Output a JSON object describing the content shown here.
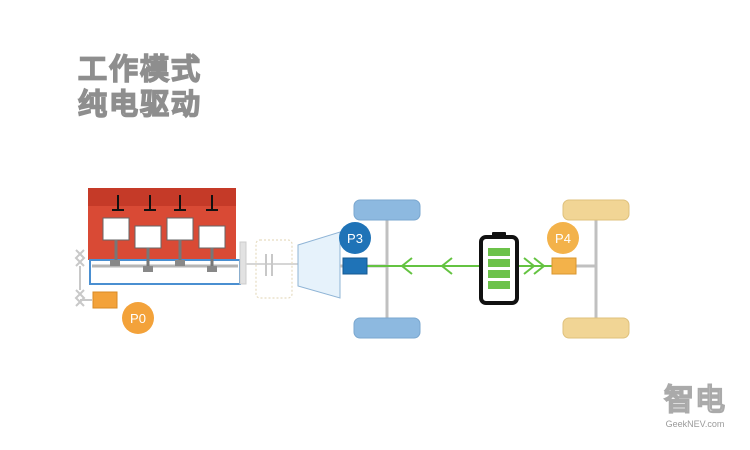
{
  "heading": {
    "line1": "工作模式",
    "line2": "纯电驱动"
  },
  "motors": {
    "p0": "P0",
    "p3": "P3",
    "p4": "P4"
  },
  "watermark": {
    "main": "智电",
    "sub": "GeekNEV.com"
  },
  "colors": {
    "engine": "#d94a35",
    "motor_p0": "#f3a23a",
    "motor_p3": "#1f73b7",
    "motor_p4": "#f3b24a",
    "power_flow": "#64c341",
    "front_wheel": "#8db9e0",
    "rear_wheel": "#f1d595",
    "battery_cell": "#6cc24a"
  }
}
